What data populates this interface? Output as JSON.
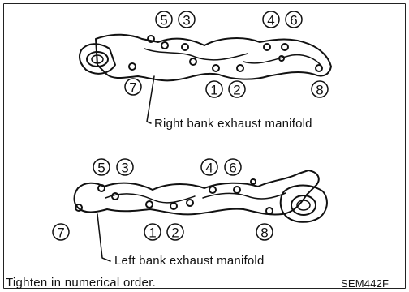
{
  "right_bank": {
    "caption": "Right bank exhaust manifold",
    "bolt_labels": [
      "5",
      "3",
      "4",
      "6",
      "7",
      "1",
      "2",
      "8"
    ]
  },
  "left_bank": {
    "caption": "Left bank exhaust manifold",
    "bolt_labels": [
      "5",
      "3",
      "4",
      "6",
      "7",
      "1",
      "2",
      "8"
    ]
  },
  "instruction": "Tighten in numerical order.",
  "reference_code": "SEM442F",
  "colors": {
    "line": "#111111",
    "background": "#ffffff"
  }
}
